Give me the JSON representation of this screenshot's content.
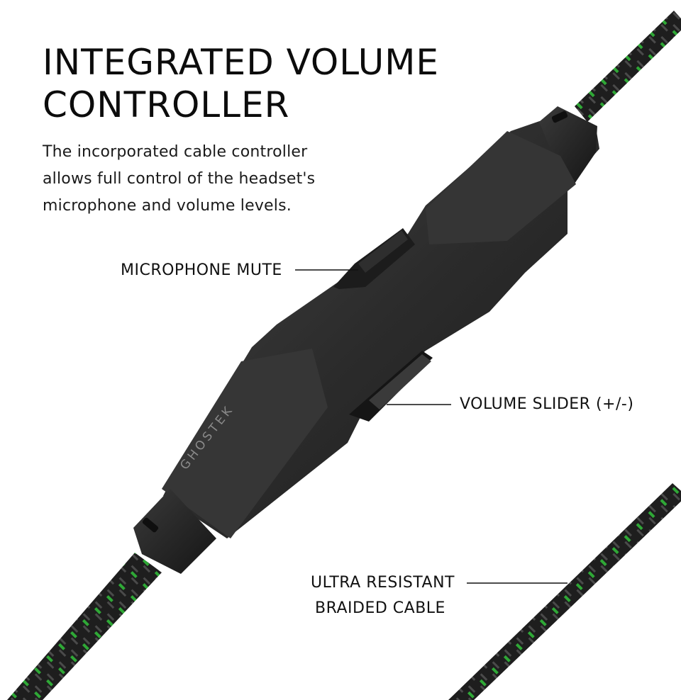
{
  "headline": {
    "line1": "INTEGRATED VOLUME",
    "line2": "CONTROLLER"
  },
  "description": {
    "line1": "The incorporated cable controller",
    "line2": "allows full control of the headset's",
    "line3": "microphone and volume levels."
  },
  "callouts": {
    "mute": "MICROPHONE MUTE",
    "volume": "VOLUME SLIDER (+/-)",
    "cable_line1": "ULTRA RESISTANT",
    "cable_line2": "BRAIDED CABLE"
  },
  "brand_mark": "GHOSTEK",
  "colors": {
    "body": "#2b2b2b",
    "body_light": "#3c3c3c",
    "cable_black": "#1c1c1c",
    "cable_green": "#2fa836"
  }
}
